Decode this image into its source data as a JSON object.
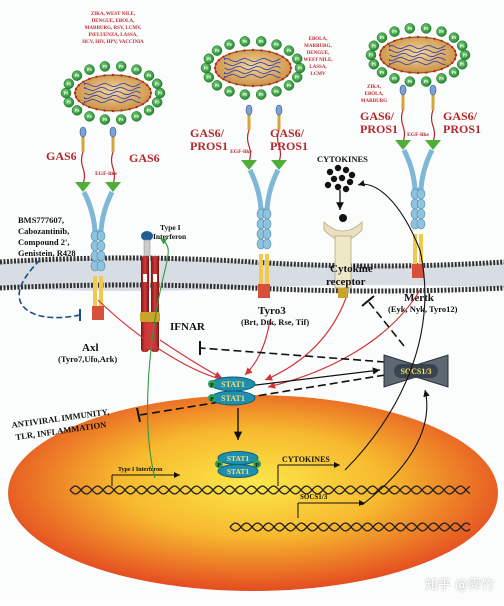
{
  "virus_groups": {
    "left": [
      "ZIKA, WEST NILE,",
      "DENGUE, EBOLA,",
      "MARBURG, RSV, LCMV,",
      "INFLUENZA, LASSA,",
      "HCV, HIV, HPV, VACCINIA"
    ],
    "middle": [
      "EBOLA,",
      "MARBURG,",
      "DENGUE,",
      "WEST NILE,",
      "LASSA,",
      "LCMV"
    ],
    "right": [
      "ZIKA,",
      "EBOLA,",
      "MARBURG"
    ]
  },
  "ligands": {
    "left_a": "GAS6",
    "left_b": "GAS6",
    "mid_a_line1": "GAS6/",
    "mid_a_line2": "PROS1",
    "mid_b_line1": "GAS6/",
    "mid_b_line2": "PROS1",
    "right_a_line1": "GAS6/",
    "right_a_line2": "PROS1",
    "right_b_line1": "GAS6/",
    "right_b_line2": "PROS1"
  },
  "egf_label": "EGF-like",
  "ps_label": "PS",
  "inhibitors": [
    "BMS777607,",
    "Cabozantinib,",
    "Compound 2',",
    "Genistein, R428"
  ],
  "type1_ifn_top": [
    "Type I",
    "Interferon"
  ],
  "cytokines_top": "CYTOKINES",
  "cytokine_receptor": [
    "Cytokine",
    "receptor"
  ],
  "axl": {
    "name": "Axl",
    "aliases": "(Tyro7,Ufo,Ark)"
  },
  "ifnar": "IFNAR",
  "tyro3": {
    "name": "Tyro3",
    "aliases": "(Brt, Dtk, Rse, Tif)"
  },
  "mertk": {
    "name": "Mertk",
    "aliases": "(Eyk, Nyk, Tyro12)"
  },
  "stat": "STAT1",
  "phospho": "P",
  "socs": "SOCS1/3",
  "antiviral": [
    "ANTIVIRAL IMMUNITY,",
    "TLR, INFLAMMATION"
  ],
  "nucleus": {
    "type1_gene": "Type I Interferon",
    "cytokines_gene": "CYTOKINES",
    "socs_gene": "SOCS1/3"
  },
  "watermark": "知乎 @霁竹",
  "colors": {
    "membrane_top": "#3a3a3a",
    "virus_body": "#e0b06a",
    "ps_green": "#2f9a3e",
    "receptor_blue": "#8fc3dd",
    "stat_teal": "#1f8fb0",
    "nucleus_yellow": "#f5de3a",
    "nucleus_red": "#e23a22",
    "ligand_red": "#b3282d"
  }
}
